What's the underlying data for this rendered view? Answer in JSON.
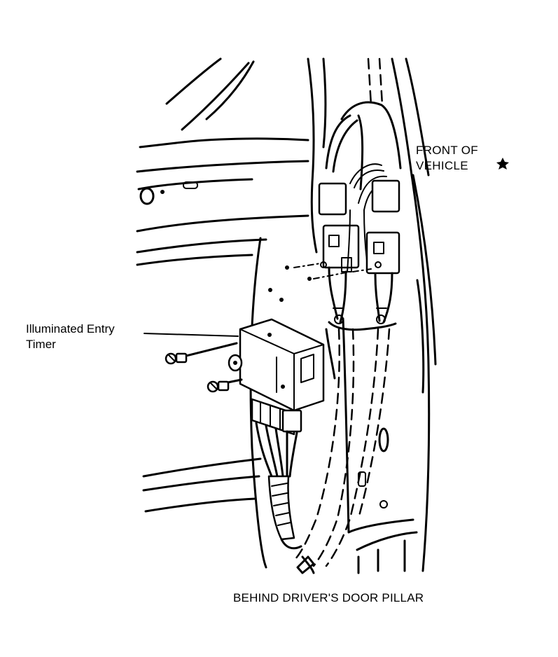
{
  "labels": {
    "front_of_vehicle": "FRONT OF\nVEHICLE",
    "timer": "Illuminated Entry\nTimer",
    "caption": "BEHIND DRIVER'S DOOR PILLAR"
  },
  "icons": {
    "direction_marker": "star-icon"
  }
}
